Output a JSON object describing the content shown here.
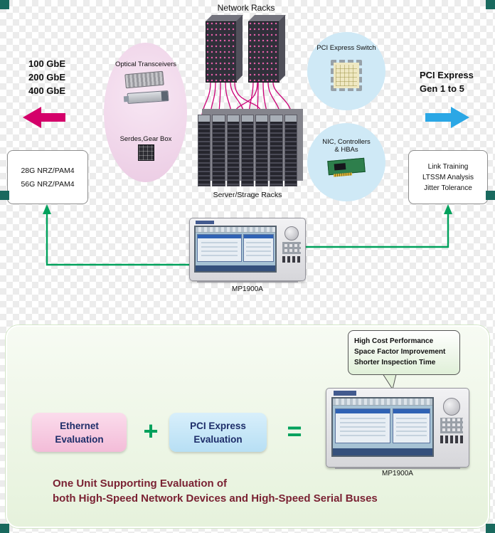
{
  "top": {
    "network_racks_label": "Network Racks",
    "server_racks_label": "Server/Strage Racks",
    "speeds": [
      "100 GbE",
      "200 GbE",
      "400 GbE"
    ],
    "optical_label": "Optical Transceivers",
    "serdes_label": "Serdes,Gear Box",
    "nrz_box": [
      "28G NRZ/PAM4",
      "56G NRZ/PAM4"
    ],
    "pci_switch_label": "PCI Express Switch",
    "nic_label": [
      "NIC, Controllers",
      "& HBAs"
    ],
    "pci_gen_title": [
      "PCI Express",
      "Gen 1 to 5"
    ],
    "link_box": [
      "Link Training",
      "LTSSM Analysis",
      "Jitter Tolerance"
    ],
    "instrument_label": "MP1900A"
  },
  "bottom": {
    "callout": [
      "High Cost Performance",
      "Space Factor Improvement",
      "Shorter Inspection Time"
    ],
    "ethernet_box": [
      "Ethernet",
      "Evaluation"
    ],
    "plus_sign": "+",
    "pci_box": [
      "PCI Express",
      "Evaluation"
    ],
    "equals_sign": "=",
    "instrument_label": "MP1900A",
    "caption": [
      "One Unit Supporting Evaluation of",
      "both High-Speed Network Devices and High-Speed Serial Buses"
    ]
  },
  "colors": {
    "magenta_arrow": "#d4006a",
    "blue_arrow": "#2ba7e5",
    "green_connector": "#00a15c",
    "pink_ellipse": "#eccfe6",
    "light_blue_circle": "#cfe9f6",
    "caption_maroon": "#7a2233",
    "eval_text_navy": "#1d2d69",
    "checker_gray": "#ececec",
    "corner_mark_teal": "#19695e"
  }
}
